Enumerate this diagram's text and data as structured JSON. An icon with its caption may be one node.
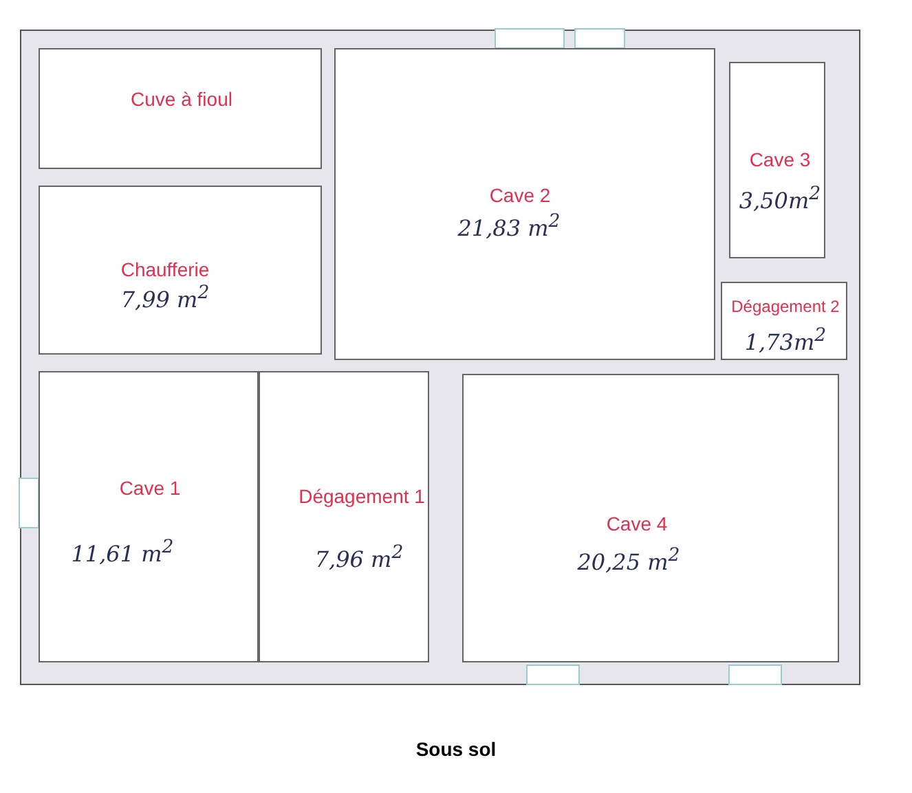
{
  "diagram": {
    "caption": "Sous sol",
    "nodes": [
      {
        "text": [
          "Cuve à fioul"
        ]
      },
      {
        "text": [
          "Cave 2",
          "21,83 m$^{2}$"
        ]
      },
      {
        "text": [
          "Cave 3",
          "3,50m$^{2}$"
        ]
      },
      {
        "text": [
          "Chaufferie",
          "7,99 m$^{2}$"
        ]
      },
      {
        "text": [
          "Dégagement 2",
          "1,73m$^{2}$"
        ]
      },
      {
        "text": [
          "Cave 1",
          "11,61 m$^{2}$"
        ]
      },
      {
        "text": [
          "Dégagement 1",
          "7,96 m$^{2}$"
        ]
      },
      {
        "text": [
          "Cave 4",
          "20,25 m$^{2}$"
        ]
      }
    ]
  }
}
